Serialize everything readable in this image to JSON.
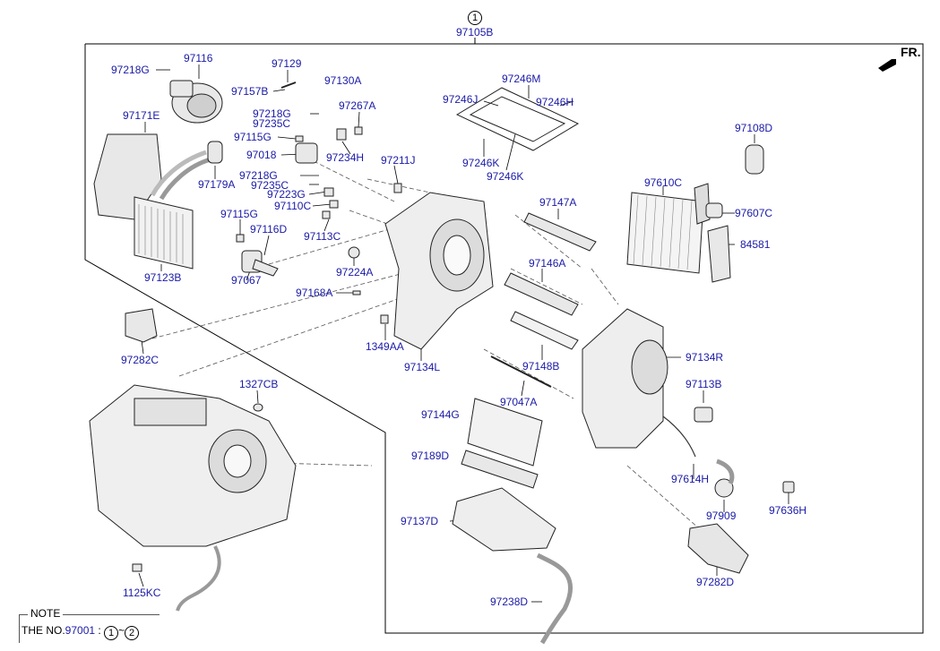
{
  "diagram": {
    "assembly_no": "97105B",
    "assembly_marker": "1",
    "front_label": "FR.",
    "labels": {
      "p97218G_a": "97218G",
      "p97116": "97116",
      "p97129": "97129",
      "p97157B": "97157B",
      "p97130A": "97130A",
      "p97171E": "97171E",
      "p97218G_b": "97218G",
      "p97235C_a": "97235C",
      "p97267A": "97267A",
      "p97115G_a": "97115G",
      "p97018": "97018",
      "p97234H": "97234H",
      "p97179A": "97179A",
      "p97218G_c": "97218G",
      "p97235C_b": "97235C",
      "p97223G": "97223G",
      "p97110C": "97110C",
      "p97211J": "97211J",
      "p97115G_b": "97115G",
      "p97116D": "97116D",
      "p97113C": "97113C",
      "p97123B": "97123B",
      "p97067": "97067",
      "p97224A": "97224A",
      "p97168A": "97168A",
      "p97282C": "97282C",
      "p1349AA": "1349AA",
      "p97134L": "97134L",
      "p1327CB": "1327CB",
      "p1125KC": "1125KC",
      "p97246M": "97246M",
      "p97246J": "97246J",
      "p97246H": "97246H",
      "p97246K_a": "97246K",
      "p97246K_b": "97246K",
      "p97108D": "97108D",
      "p97610C": "97610C",
      "p97147A": "97147A",
      "p97607C": "97607C",
      "p84581": "84581",
      "p97146A": "97146A",
      "p97148B": "97148B",
      "p97134R": "97134R",
      "p97047A": "97047A",
      "p97113B": "97113B",
      "p97144G": "97144G",
      "p97189D": "97189D",
      "p97614H": "97614H",
      "p97909": "97909",
      "p97636H": "97636H",
      "p97137D": "97137D",
      "p97282D": "97282D",
      "p97238D": "97238D"
    }
  },
  "note": {
    "title": "NOTE",
    "prefix": "THE NO.",
    "part_no": "97001",
    "colon": ":",
    "range_start": "1",
    "tilde": "~",
    "range_end": "2"
  }
}
